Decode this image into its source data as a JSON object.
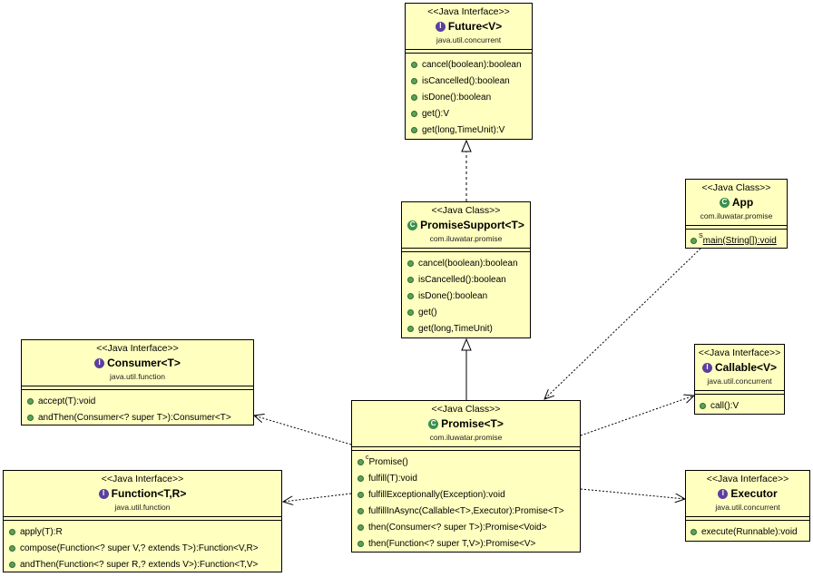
{
  "classes": {
    "future": {
      "stereotype": "<<Java Interface>>",
      "name": "Future<V>",
      "package": "java.util.concurrent",
      "kind": "interface",
      "methods": [
        "cancel(boolean):boolean",
        "isCancelled():boolean",
        "isDone():boolean",
        "get():V",
        "get(long,TimeUnit):V"
      ]
    },
    "promise_support": {
      "stereotype": "<<Java Class>>",
      "name": "PromiseSupport<T>",
      "package": "com.iluwatar.promise",
      "kind": "class",
      "methods": [
        "cancel(boolean):boolean",
        "isCancelled():boolean",
        "isDone():boolean",
        "get()",
        "get(long,TimeUnit)"
      ]
    },
    "app": {
      "stereotype": "<<Java Class>>",
      "name": "App",
      "package": "com.iluwatar.promise",
      "kind": "class",
      "method_marker": "S",
      "methods": [
        "main(String[]):void"
      ]
    },
    "consumer": {
      "stereotype": "<<Java Interface>>",
      "name": "Consumer<T>",
      "package": "java.util.function",
      "kind": "interface",
      "methods": [
        "accept(T):void",
        "andThen(Consumer<? super T>):Consumer<T>"
      ]
    },
    "callable": {
      "stereotype": "<<Java Interface>>",
      "name": "Callable<V>",
      "package": "java.util.concurrent",
      "kind": "interface",
      "methods": [
        "call():V"
      ]
    },
    "promise": {
      "stereotype": "<<Java Class>>",
      "name": "Promise<T>",
      "package": "com.iluwatar.promise",
      "kind": "class",
      "constructor_marker": "c",
      "methods": [
        "Promise()",
        "fulfill(T):void",
        "fulfillExceptionally(Exception):void",
        "fulfillInAsync(Callable<T>,Executor):Promise<T>",
        "then(Consumer<? super T>):Promise<Void>",
        "then(Function<? super T,V>):Promise<V>"
      ]
    },
    "function": {
      "stereotype": "<<Java Interface>>",
      "name": "Function<T,R>",
      "package": "java.util.function",
      "kind": "interface",
      "methods": [
        "apply(T):R",
        "compose(Function<? super V,? extends T>):Function<V,R>",
        "andThen(Function<? super R,? extends V>):Function<T,V>"
      ]
    },
    "executor": {
      "stereotype": "<<Java Interface>>",
      "name": "Executor",
      "package": "java.util.concurrent",
      "kind": "interface",
      "methods": [
        "execute(Runnable):void"
      ]
    }
  },
  "relations": [
    {
      "from": "promise_support",
      "to": "future",
      "type": "realization"
    },
    {
      "from": "promise",
      "to": "promise_support",
      "type": "generalization"
    },
    {
      "from": "app",
      "to": "promise",
      "type": "dependency"
    },
    {
      "from": "promise",
      "to": "consumer",
      "type": "dependency"
    },
    {
      "from": "promise",
      "to": "callable",
      "type": "dependency"
    },
    {
      "from": "promise",
      "to": "function",
      "type": "dependency"
    },
    {
      "from": "promise",
      "to": "executor",
      "type": "dependency"
    }
  ],
  "icons": {
    "interface": "I",
    "class": "C"
  },
  "colors": {
    "box_fill": "#ffffc0",
    "interface_badge": "#5c3fa0",
    "class_badge": "#3a8f4f",
    "method_dot": "#5ca05c"
  }
}
